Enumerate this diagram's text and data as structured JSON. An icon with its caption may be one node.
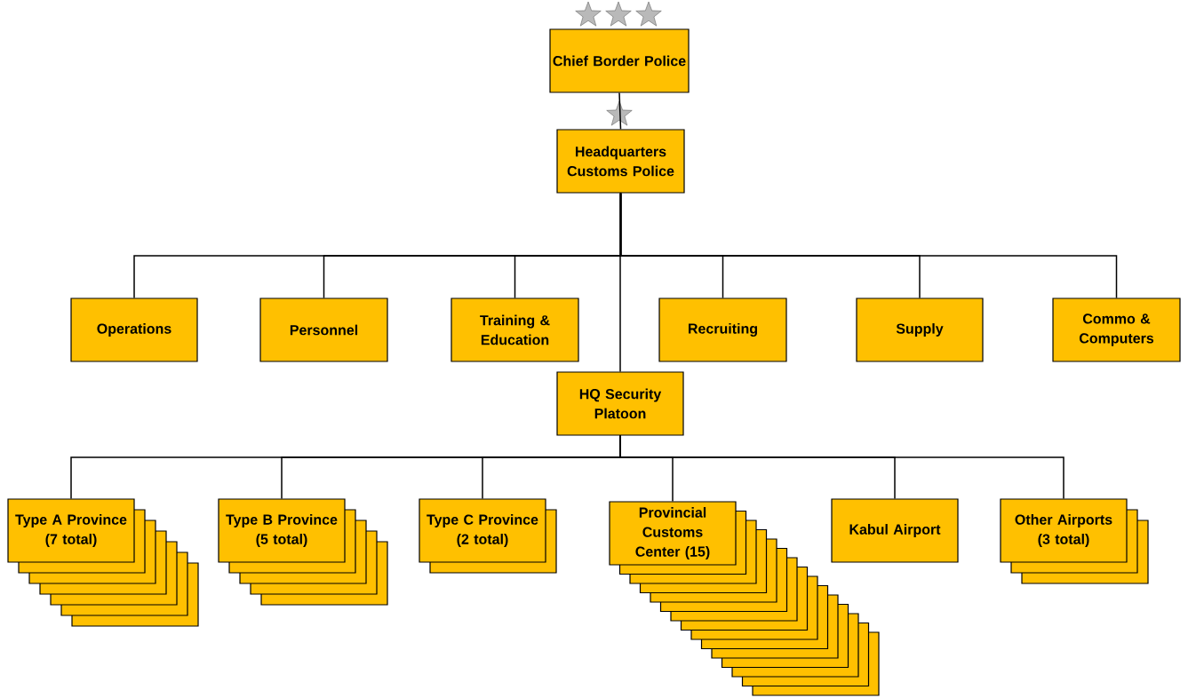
{
  "diagram": {
    "nodes": [
      {
        "text": [
          "Chief Border Police"
        ]
      },
      {
        "text": [
          "Headquarters Customs Police"
        ]
      },
      {
        "text": [
          "Operations"
        ]
      },
      {
        "text": [
          "Personnel"
        ]
      },
      {
        "text": [
          "Training & Education"
        ]
      },
      {
        "text": [
          "Recruiting"
        ]
      },
      {
        "text": [
          "Supply"
        ]
      },
      {
        "text": [
          "Commo & Computers"
        ]
      },
      {
        "text": [
          "HQ Security Platoon"
        ]
      },
      {
        "text": [
          "Type A Province (7 total)"
        ]
      },
      {
        "text": [
          "Type B Province (5 total)"
        ]
      },
      {
        "text": [
          "Type C Province (2 total)"
        ]
      },
      {
        "text": [
          "Provincial Customs Center (15)"
        ]
      },
      {
        "text": [
          "Kabul Airport"
        ]
      },
      {
        "text": [
          "Other Airports (3 total)"
        ]
      }
    ],
    "edges": [
      {
        "from": 0,
        "to": 1,
        "arrow": "none"
      },
      {
        "from": 1,
        "to": 2,
        "arrow": "none"
      },
      {
        "from": 1,
        "to": 3,
        "arrow": "none"
      },
      {
        "from": 1,
        "to": 4,
        "arrow": "none"
      },
      {
        "from": 1,
        "to": 5,
        "arrow": "none"
      },
      {
        "from": 1,
        "to": 6,
        "arrow": "none"
      },
      {
        "from": 1,
        "to": 7,
        "arrow": "none"
      },
      {
        "from": 1,
        "to": 8,
        "arrow": "none"
      },
      {
        "from": 8,
        "to": 9,
        "arrow": "none"
      },
      {
        "from": 8,
        "to": 10,
        "arrow": "none"
      },
      {
        "from": 8,
        "to": 11,
        "arrow": "none"
      },
      {
        "from": 8,
        "to": 12,
        "arrow": "none"
      },
      {
        "from": 8,
        "to": 13,
        "arrow": "none"
      },
      {
        "from": 8,
        "to": 14,
        "arrow": "none"
      }
    ]
  }
}
